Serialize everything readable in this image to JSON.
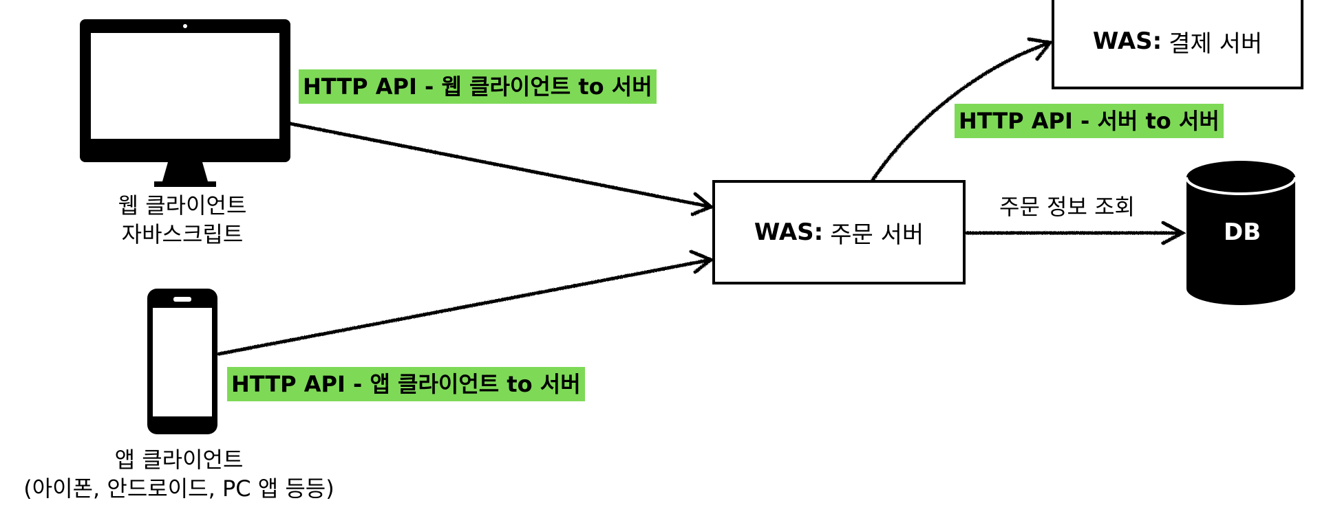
{
  "labels": {
    "web_api": "HTTP API - 웹 클라이언트 to 서버",
    "app_api": "HTTP API - 앱 클라이언트 to 서버",
    "server_api": "HTTP API - 서버 to 서버"
  },
  "web_client": {
    "line1": "웹 클라이언트",
    "line2": "자바스크립트"
  },
  "app_client": {
    "line1": "앱 클라이언트",
    "line2": "(아이폰, 안드로이드, PC 앱 등등)"
  },
  "order_server": {
    "prefix": "WAS:",
    "name": "주문 서버"
  },
  "payment_server": {
    "prefix": "WAS:",
    "name": "결제 서버"
  },
  "db": {
    "label": "DB",
    "edge_label": "주문 정보 조회"
  },
  "colors": {
    "highlight": "#7ed957",
    "ink": "#000000",
    "background": "#ffffff"
  },
  "icons": [
    "monitor-icon",
    "smartphone-icon",
    "database-icon"
  ]
}
